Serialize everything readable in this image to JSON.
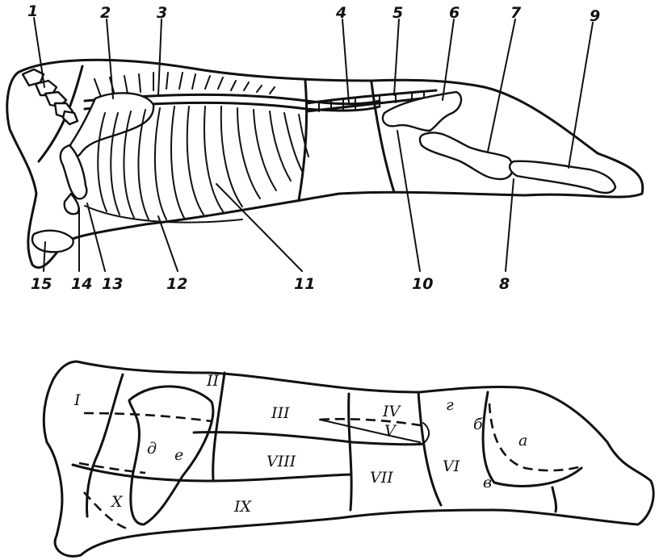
{
  "figure_a": {
    "callouts": [
      "1",
      "2",
      "3",
      "4",
      "5",
      "6",
      "7",
      "9",
      "15",
      "14",
      "13",
      "12",
      "11",
      "10",
      "8"
    ]
  },
  "figure_b": {
    "segments": {
      "I": "I",
      "II": "II",
      "III": "III",
      "IV": "IV",
      "V": "V",
      "VI": "VI",
      "VII": "VII",
      "VIII": "VIII",
      "IX": "IX",
      "X": "X",
      "a": "а",
      "b": "б",
      "v": "в",
      "g": "г",
      "d": "д",
      "e": "е"
    }
  }
}
